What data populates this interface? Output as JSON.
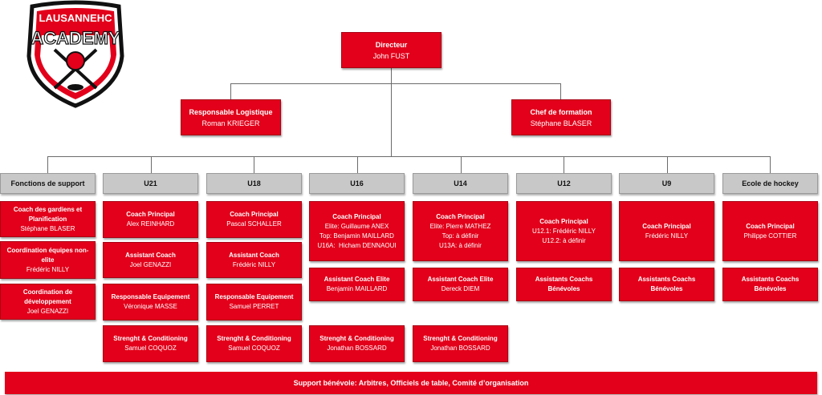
{
  "logo": {
    "top_text": "LAUSANNEHC",
    "main_text": "ACADEMY",
    "icon": "hockey-crest"
  },
  "colors": {
    "red": "#e2001a",
    "grey": "#c8c8c8"
  },
  "director": {
    "title": "Directeur",
    "name": "John FUST"
  },
  "logistics": {
    "title": "Responsable Logistique",
    "name": "Roman KRIEGER"
  },
  "training": {
    "title": "Chef de formation",
    "name": "Stéphane BLASER"
  },
  "columns": [
    {
      "header": "Fonctions de support",
      "boxes": [
        {
          "title": "Coach des gardiens et Planification",
          "lines": [
            "Stéphane BLASER"
          ]
        },
        {
          "title": "Coordination équipes non-elite",
          "lines": [
            "Frédéric NILLY"
          ]
        },
        {
          "title": "Coordination de développement",
          "lines": [
            "Joel GENAZZI"
          ]
        }
      ]
    },
    {
      "header": "U21",
      "boxes": [
        {
          "title": "Coach Principal",
          "lines": [
            "Alex REINHARD"
          ]
        },
        {
          "title": "Assistant Coach",
          "lines": [
            "Joel GENAZZI"
          ]
        },
        {
          "title": "Responsable Equipement",
          "lines": [
            "Véronique MASSE"
          ]
        },
        {
          "title": "Strenght & Conditioning",
          "lines": [
            "Samuel COQUOZ"
          ]
        }
      ]
    },
    {
      "header": "U18",
      "boxes": [
        {
          "title": "Coach Principal",
          "lines": [
            "Pascal SCHALLER"
          ]
        },
        {
          "title": "Assistant Coach",
          "lines": [
            "Frédéric NILLY"
          ]
        },
        {
          "title": "Responsable Equipement",
          "lines": [
            "Samuel PERRET"
          ]
        },
        {
          "title": "Strenght & Conditioning",
          "lines": [
            "Samuel COQUOZ"
          ]
        }
      ]
    },
    {
      "header": "U16",
      "boxes": [
        {
          "title": "Coach Principal",
          "lines": [
            "Elite: Guillaume ANEX",
            "Top: Benjamin MAILLARD",
            "U16A:  Hicham DENNAOUI"
          ]
        },
        {
          "title": "Assistant Coach Elite",
          "lines": [
            "Benjamin MAILLARD"
          ]
        },
        {
          "title": "Strenght & Conditioning",
          "lines": [
            "Jonathan BOSSARD"
          ]
        }
      ]
    },
    {
      "header": "U14",
      "boxes": [
        {
          "title": "Coach Principal",
          "lines": [
            "Elite: Pierre MATHEZ",
            "Top: à définir",
            "U13A: à définir"
          ]
        },
        {
          "title": "Assistant Coach Elite",
          "lines": [
            "Dereck DIEM"
          ]
        },
        {
          "title": "Strenght & Conditioning",
          "lines": [
            "Jonathan BOSSARD"
          ]
        }
      ]
    },
    {
      "header": "U12",
      "boxes": [
        {
          "title": "Coach Principal",
          "lines": [
            "U12.1: Frédéric NILLY",
            "U12.2: à définir"
          ]
        },
        {
          "title": "Assistants Coachs Bénévoles",
          "lines": []
        }
      ]
    },
    {
      "header": "U9",
      "boxes": [
        {
          "title": "Coach Principal",
          "lines": [
            "Frédéric NILLY"
          ]
        },
        {
          "title": "Assistants Coachs Bénévoles",
          "lines": []
        }
      ]
    },
    {
      "header": "Ecole de hockey",
      "boxes": [
        {
          "title": "Coach Principal",
          "lines": [
            "Philippe COTTIER"
          ]
        },
        {
          "title": "Assistants Coachs Bénévoles",
          "lines": []
        }
      ]
    }
  ],
  "footer": "Support bénévole: Arbitres, Officiels de table, Comité d’organisation"
}
